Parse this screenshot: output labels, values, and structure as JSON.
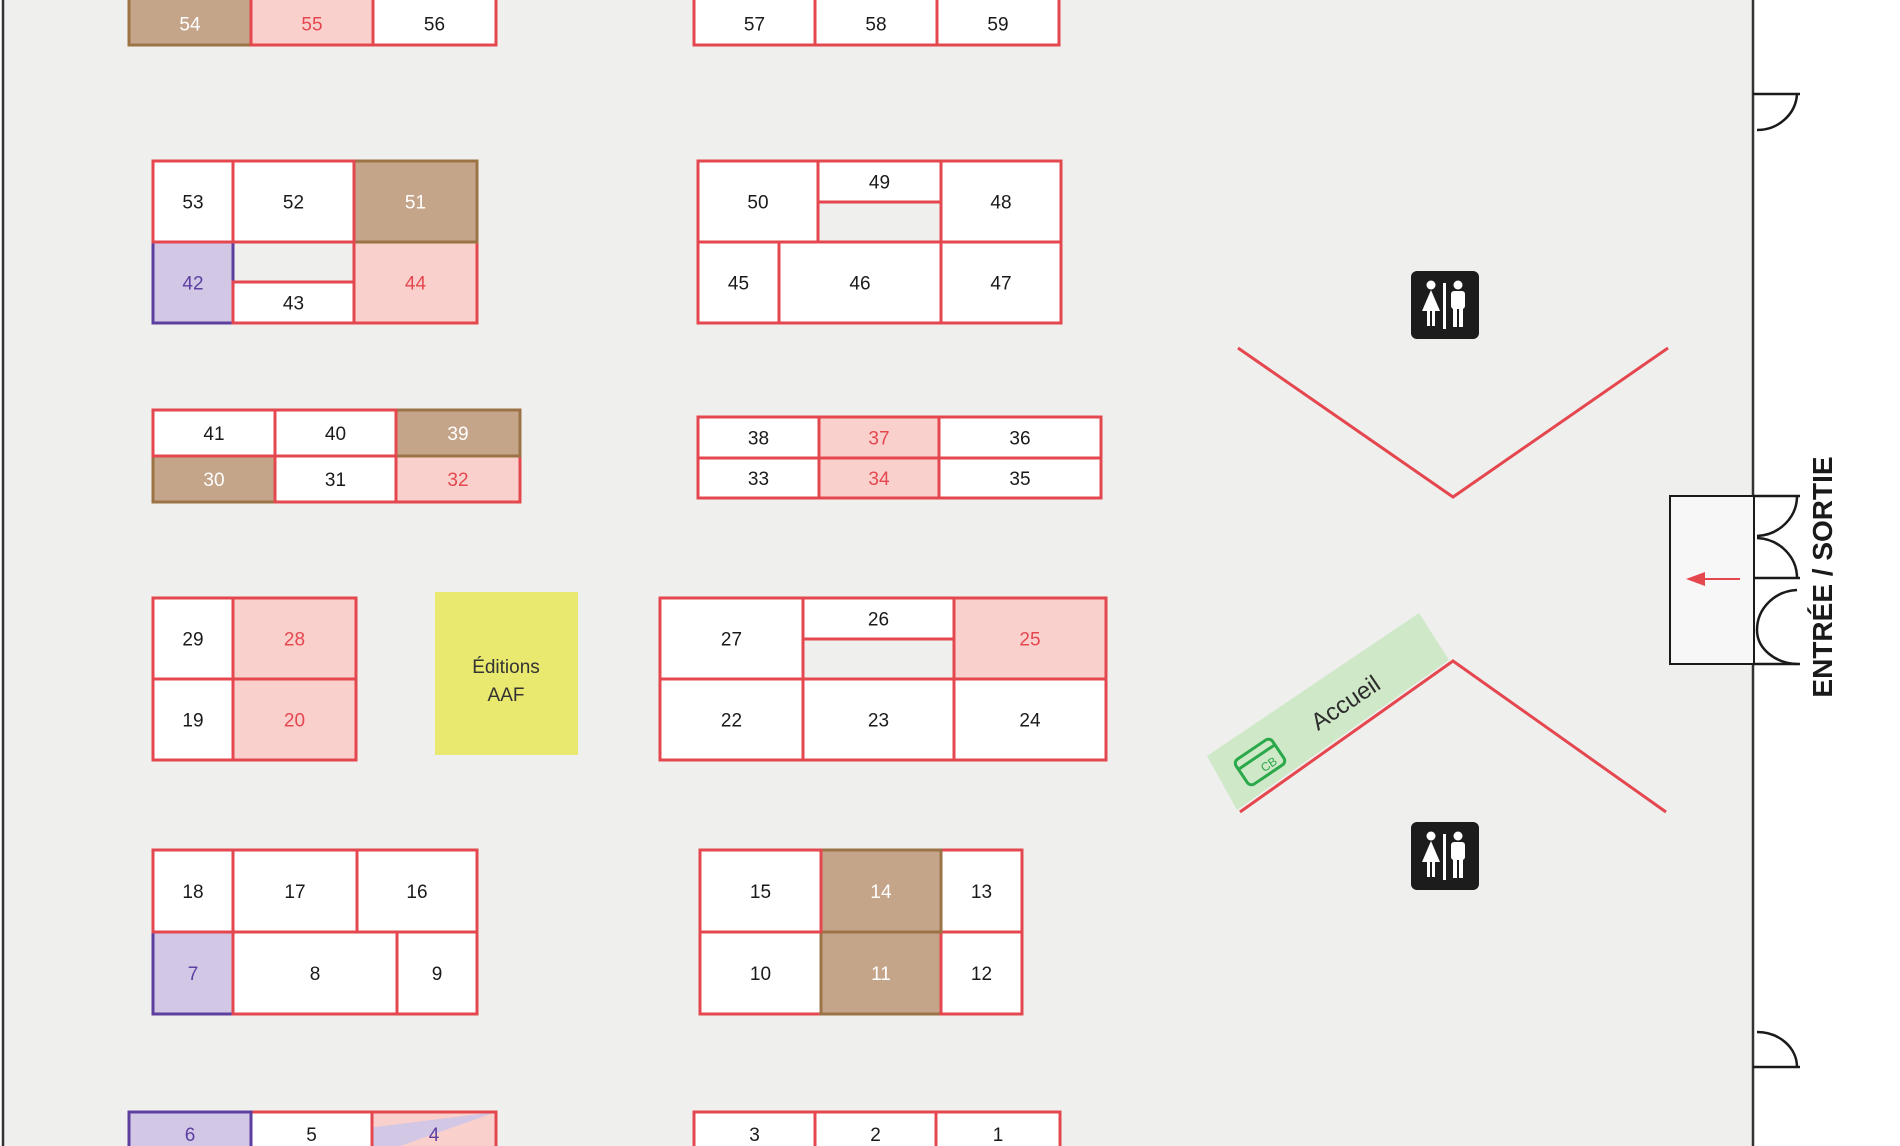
{
  "map": {
    "entrance_label": "ENTRÉE / SORTIE",
    "reception_label": "Accueil",
    "card_label": "CB",
    "publisher_stand_line1": "Éditions",
    "publisher_stand_line2": "AAF",
    "restroom_icon": "restroom-icon",
    "exit_arrow_icon": "left-arrow-icon"
  },
  "colors": {
    "floor": "#efefee",
    "booth_border": "#e5474f",
    "booth_white": "#ffffff",
    "booth_pink": "#f9d0cc",
    "booth_pink_text": "#e5474f",
    "booth_brown": "#c5a58a",
    "booth_brown_border": "#9c7345",
    "booth_purple": "#d3c7e6",
    "booth_purple_border": "#5d3fa0",
    "booth_purple_text": "#5d3fa0",
    "publisher_yellow": "#e9e86f",
    "reception_green": "#cfe8c8",
    "card_green": "#2aa84a",
    "wall": "#333333",
    "text": "#1a1a1a"
  },
  "booths": [
    {
      "num": "1",
      "type": "white"
    },
    {
      "num": "2",
      "type": "white"
    },
    {
      "num": "3",
      "type": "white"
    },
    {
      "num": "4",
      "type": "split"
    },
    {
      "num": "5",
      "type": "white"
    },
    {
      "num": "6",
      "type": "purple"
    },
    {
      "num": "7",
      "type": "purple"
    },
    {
      "num": "8",
      "type": "white"
    },
    {
      "num": "9",
      "type": "white"
    },
    {
      "num": "10",
      "type": "white"
    },
    {
      "num": "11",
      "type": "brown"
    },
    {
      "num": "12",
      "type": "white"
    },
    {
      "num": "13",
      "type": "white"
    },
    {
      "num": "14",
      "type": "brown"
    },
    {
      "num": "15",
      "type": "white"
    },
    {
      "num": "16",
      "type": "white"
    },
    {
      "num": "17",
      "type": "white"
    },
    {
      "num": "18",
      "type": "white"
    },
    {
      "num": "19",
      "type": "white"
    },
    {
      "num": "20",
      "type": "pink"
    },
    {
      "num": "22",
      "type": "white"
    },
    {
      "num": "23",
      "type": "white"
    },
    {
      "num": "24",
      "type": "white"
    },
    {
      "num": "25",
      "type": "pink"
    },
    {
      "num": "26",
      "type": "white"
    },
    {
      "num": "27",
      "type": "white"
    },
    {
      "num": "28",
      "type": "pink"
    },
    {
      "num": "29",
      "type": "white"
    },
    {
      "num": "30",
      "type": "brown"
    },
    {
      "num": "31",
      "type": "white"
    },
    {
      "num": "32",
      "type": "pink"
    },
    {
      "num": "33",
      "type": "white"
    },
    {
      "num": "34",
      "type": "pink"
    },
    {
      "num": "35",
      "type": "white"
    },
    {
      "num": "36",
      "type": "white"
    },
    {
      "num": "37",
      "type": "pink"
    },
    {
      "num": "38",
      "type": "white"
    },
    {
      "num": "39",
      "type": "brown"
    },
    {
      "num": "40",
      "type": "white"
    },
    {
      "num": "41",
      "type": "white"
    },
    {
      "num": "42",
      "type": "purple"
    },
    {
      "num": "43",
      "type": "white"
    },
    {
      "num": "44",
      "type": "pink"
    },
    {
      "num": "45",
      "type": "white"
    },
    {
      "num": "46",
      "type": "white"
    },
    {
      "num": "47",
      "type": "white"
    },
    {
      "num": "48",
      "type": "white"
    },
    {
      "num": "49",
      "type": "white"
    },
    {
      "num": "50",
      "type": "white"
    },
    {
      "num": "51",
      "type": "brown"
    },
    {
      "num": "52",
      "type": "white"
    },
    {
      "num": "53",
      "type": "white"
    },
    {
      "num": "54",
      "type": "brown"
    },
    {
      "num": "55",
      "type": "pink"
    },
    {
      "num": "56",
      "type": "white"
    },
    {
      "num": "57",
      "type": "white"
    },
    {
      "num": "58",
      "type": "white"
    },
    {
      "num": "59",
      "type": "white"
    }
  ]
}
